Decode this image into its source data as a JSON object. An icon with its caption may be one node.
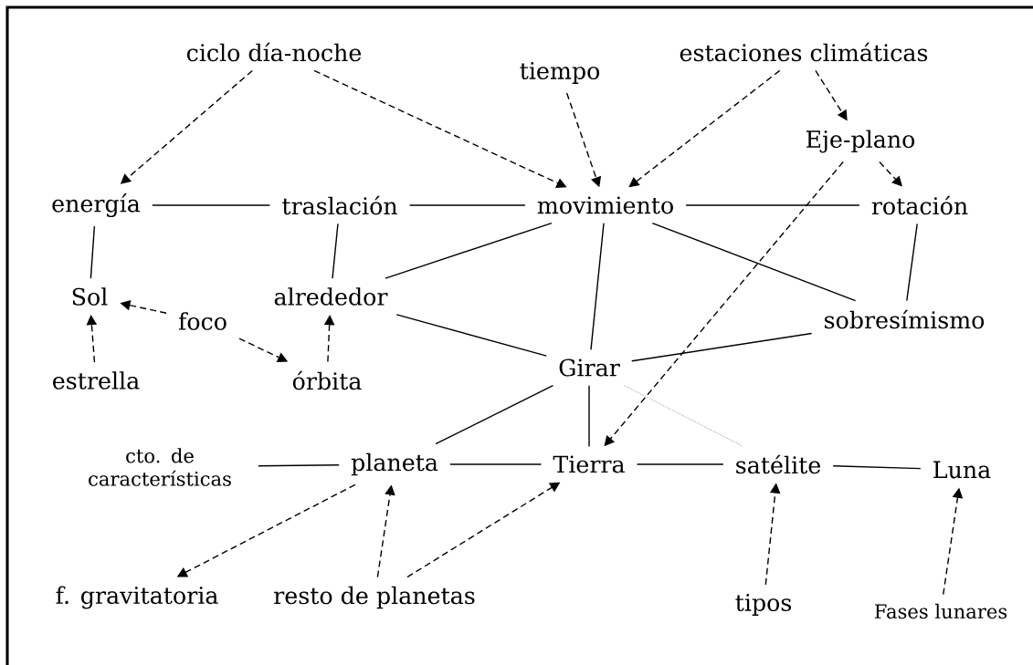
{
  "diagram": {
    "nodes": [
      {
        "text": [
          "ciclo día-noche"
        ]
      },
      {
        "text": [
          "tiempo"
        ]
      },
      {
        "text": [
          "estaciones climáticas"
        ]
      },
      {
        "text": [
          "Eje-plano"
        ]
      },
      {
        "text": [
          "energía"
        ]
      },
      {
        "text": [
          "traslación"
        ]
      },
      {
        "text": [
          "movimiento"
        ]
      },
      {
        "text": [
          "rotación"
        ]
      },
      {
        "text": [
          "Sol"
        ]
      },
      {
        "text": [
          "alrededor"
        ]
      },
      {
        "text": [
          "foco"
        ]
      },
      {
        "text": [
          "sobresímismo"
        ]
      },
      {
        "text": [
          "Girar"
        ]
      },
      {
        "text": [
          "estrella"
        ]
      },
      {
        "text": [
          "órbita"
        ]
      },
      {
        "text": [
          "cto. de características"
        ]
      },
      {
        "text": [
          "planeta"
        ]
      },
      {
        "text": [
          "Tierra"
        ]
      },
      {
        "text": [
          "satélite"
        ]
      },
      {
        "text": [
          "Luna"
        ]
      },
      {
        "text": [
          "f. gravitatoria"
        ]
      },
      {
        "text": [
          "resto de planetas"
        ]
      },
      {
        "text": [
          "tipos"
        ]
      },
      {
        "text": [
          "Fases lunares"
        ]
      }
    ],
    "edges": [
      {
        "from": 0,
        "to": 4,
        "arrow": "to",
        "style": "dashed"
      },
      {
        "from": 0,
        "to": 6,
        "arrow": "to",
        "style": "dashed"
      },
      {
        "from": 1,
        "to": 6,
        "arrow": "to",
        "style": "dashed"
      },
      {
        "from": 2,
        "to": 6,
        "arrow": "to",
        "style": "dashed"
      },
      {
        "from": 2,
        "to": 3,
        "arrow": "to",
        "style": "dashed"
      },
      {
        "from": 3,
        "to": 7,
        "arrow": "to",
        "style": "dashed"
      },
      {
        "from": 3,
        "to": 17,
        "arrow": "to",
        "style": "dashed"
      },
      {
        "from": 4,
        "to": 5,
        "arrow": "none"
      },
      {
        "from": 5,
        "to": 6,
        "arrow": "none"
      },
      {
        "from": 6,
        "to": 7,
        "arrow": "none"
      },
      {
        "from": 4,
        "to": 8,
        "arrow": "none"
      },
      {
        "from": 5,
        "to": 9,
        "arrow": "none"
      },
      {
        "from": 6,
        "to": 9,
        "arrow": "none"
      },
      {
        "from": 6,
        "to": 12,
        "arrow": "none"
      },
      {
        "from": 6,
        "to": 11,
        "arrow": "none"
      },
      {
        "from": 7,
        "to": 11,
        "arrow": "none"
      },
      {
        "from": 10,
        "to": 8,
        "arrow": "to",
        "style": "dashed"
      },
      {
        "from": 10,
        "to": 14,
        "arrow": "to",
        "style": "dashed"
      },
      {
        "from": 13,
        "to": 8,
        "arrow": "to",
        "style": "dashed"
      },
      {
        "from": 14,
        "to": 9,
        "arrow": "to",
        "style": "dashed"
      },
      {
        "from": 9,
        "to": 12,
        "arrow": "none"
      },
      {
        "from": 11,
        "to": 12,
        "arrow": "none"
      },
      {
        "from": 12,
        "to": 16,
        "arrow": "none"
      },
      {
        "from": 12,
        "to": 17,
        "arrow": "none"
      },
      {
        "from": 12,
        "to": 18,
        "arrow": "none",
        "style": "dashed",
        "color": "#777777"
      },
      {
        "from": 15,
        "to": 16,
        "arrow": "none"
      },
      {
        "from": 16,
        "to": 17,
        "arrow": "none"
      },
      {
        "from": 17,
        "to": 18,
        "arrow": "none"
      },
      {
        "from": 18,
        "to": 19,
        "arrow": "none"
      },
      {
        "from": 16,
        "to": 20,
        "arrow": "to",
        "style": "dashed"
      },
      {
        "from": 21,
        "to": 16,
        "arrow": "to",
        "style": "dashed"
      },
      {
        "from": 21,
        "to": 17,
        "arrow": "to",
        "style": "dashed"
      },
      {
        "from": 22,
        "to": 18,
        "arrow": "to",
        "style": "dashed"
      },
      {
        "from": 23,
        "to": 19,
        "arrow": "to",
        "style": "dashed"
      }
    ]
  }
}
